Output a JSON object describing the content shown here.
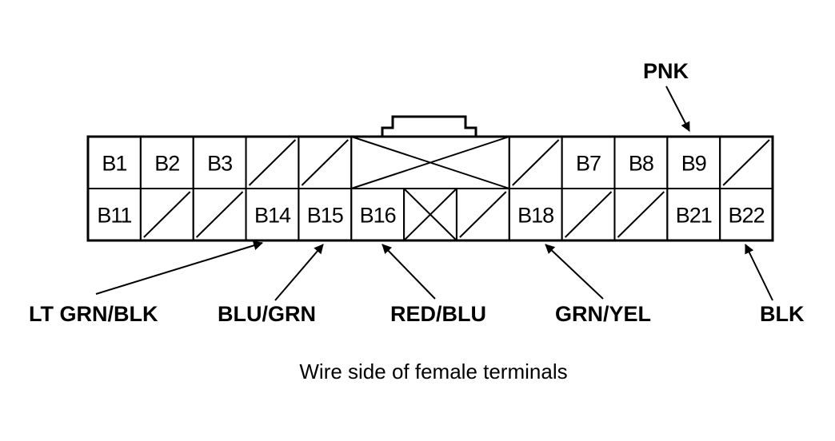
{
  "connector": {
    "top_row": [
      {
        "label": "B1",
        "kind": "terminal"
      },
      {
        "label": "B2",
        "kind": "terminal"
      },
      {
        "label": "B3",
        "kind": "terminal"
      },
      {
        "label": "",
        "kind": "empty"
      },
      {
        "label": "",
        "kind": "empty"
      },
      {
        "label": "",
        "kind": "wide-blocked"
      },
      {
        "label": "",
        "kind": "empty"
      },
      {
        "label": "B7",
        "kind": "terminal"
      },
      {
        "label": "B8",
        "kind": "terminal"
      },
      {
        "label": "B9",
        "kind": "terminal"
      },
      {
        "label": "",
        "kind": "empty"
      }
    ],
    "bottom_row": [
      {
        "label": "B11",
        "kind": "terminal"
      },
      {
        "label": "",
        "kind": "empty"
      },
      {
        "label": "",
        "kind": "empty"
      },
      {
        "label": "B14",
        "kind": "terminal"
      },
      {
        "label": "B15",
        "kind": "terminal"
      },
      {
        "label": "B16",
        "kind": "terminal"
      },
      {
        "label": "",
        "kind": "blocked"
      },
      {
        "label": "",
        "kind": "empty"
      },
      {
        "label": "B18",
        "kind": "terminal"
      },
      {
        "label": "",
        "kind": "empty"
      },
      {
        "label": "",
        "kind": "empty"
      },
      {
        "label": "B21",
        "kind": "terminal"
      },
      {
        "label": "B22",
        "kind": "terminal"
      }
    ]
  },
  "wires": {
    "pnk": "PNK",
    "lt_grn_blk": "LT GRN/BLK",
    "blu_grn": "BLU/GRN",
    "red_blu": "RED/BLU",
    "grn_yel": "GRN/YEL",
    "blk": "BLK"
  },
  "caption": "Wire side of female terminals",
  "colors": {
    "line": "#000000",
    "background": "#ffffff"
  }
}
